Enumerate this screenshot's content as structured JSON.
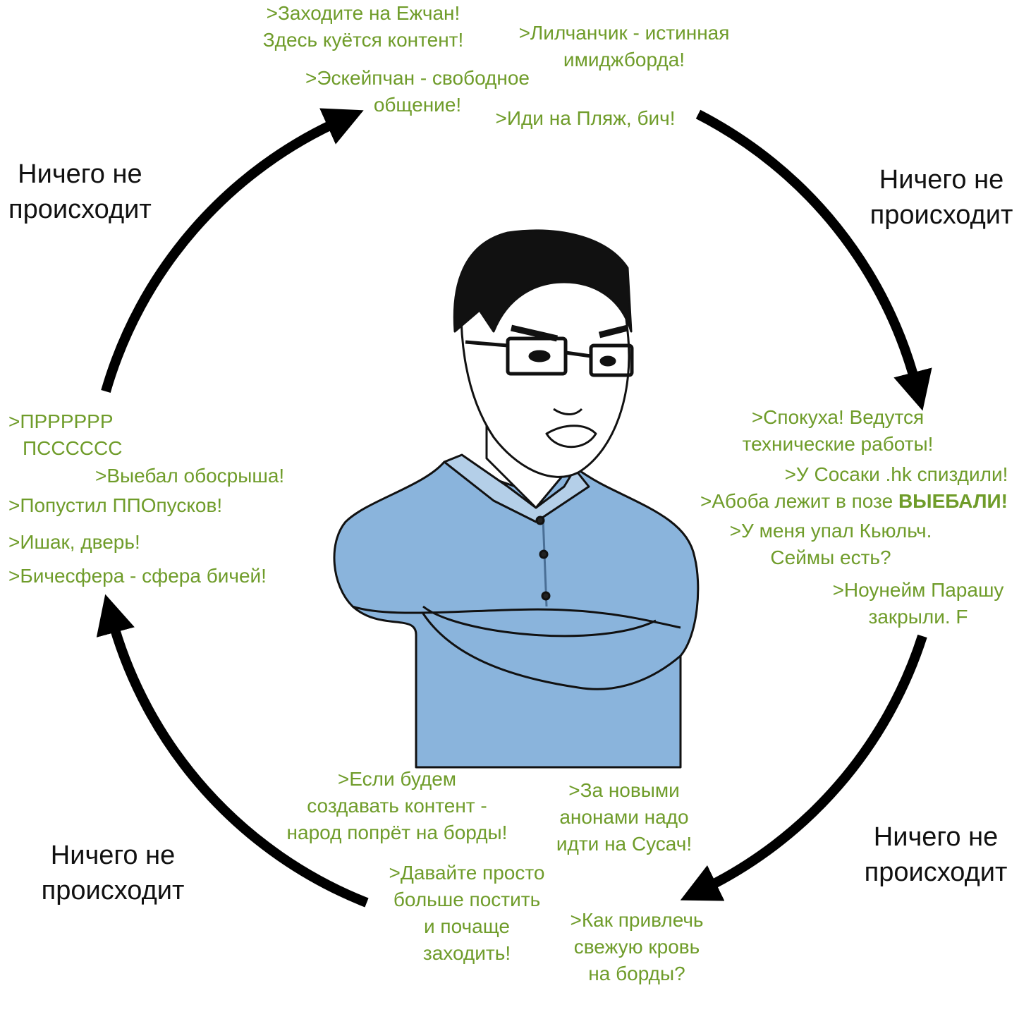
{
  "colors": {
    "green_text": "#6f9c2a",
    "black_text": "#111111",
    "shirt": "#8ab4dc",
    "arrow": "#000000"
  },
  "loop_label": [
    "Ничего не",
    "происходит"
  ],
  "top": {
    "ezhchan": [
      ">Заходите на Ежчан!",
      "Здесь куётся контент!"
    ],
    "lilchan": [
      ">Лилчанчик - истинная",
      "имиджборда!"
    ],
    "escape": [
      ">Эскейпчан - свободное",
      "общение!"
    ],
    "beach": ">Иди на Пляж, бич!"
  },
  "right": {
    "calm": [
      ">Спокуха! Ведутся",
      "технические работы!"
    ],
    "sosaka": ">У Сосаки .hk спиздили!",
    "aboba_prefix": ">Абоба лежит в позе ",
    "aboba_bold": "ВЫЕБАЛИ!",
    "kyulch": [
      ">У меня упал Кьюльч.",
      "Сеймы есть?"
    ],
    "noname": [
      ">Ноунейм Парашу",
      "закрыли. F"
    ]
  },
  "bottom": {
    "content": [
      ">Если будем",
      "создавать контент -",
      "народ попрёт на борды!"
    ],
    "susach": [
      ">За новыми",
      "анонами надо",
      "идти на Сусач!"
    ],
    "post": [
      ">Давайте просто",
      "больше постить",
      "и почаще",
      "заходить!"
    ],
    "blood": [
      ">Как привлечь",
      "свежую кровь",
      "на борды?"
    ]
  },
  "left": {
    "prrr": [
      ">ПРРРРРР",
      "ПСССССС"
    ],
    "obosrysh": ">Выебал обосрыша!",
    "ppo": ">Попустил ППОпусков!",
    "ishak": ">Ишак, дверь!",
    "bichesfera": ">Бичесфера - сфера бичей!"
  }
}
